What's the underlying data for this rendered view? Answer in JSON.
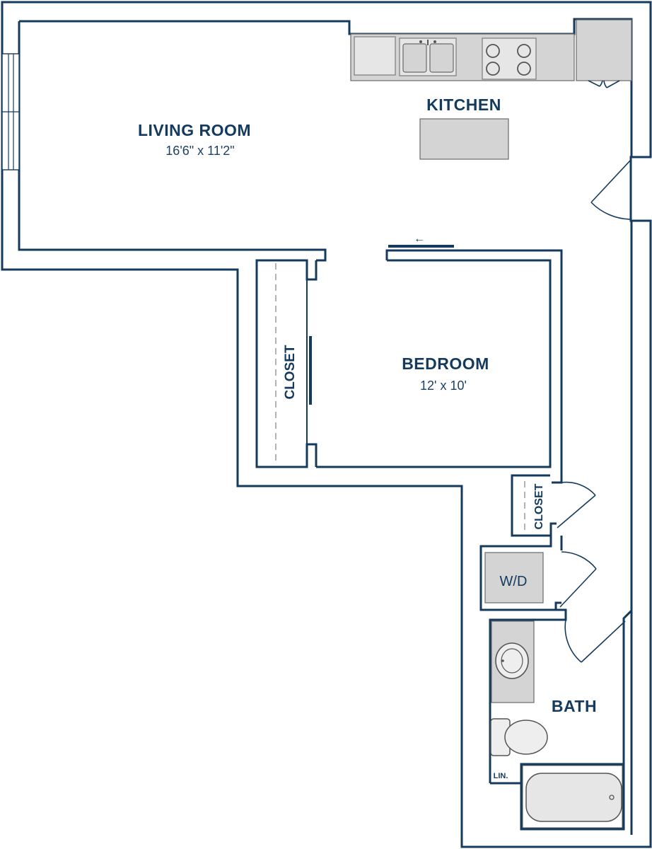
{
  "floorplan": {
    "rooms": [
      {
        "id": "living-room",
        "name": "LIVING ROOM",
        "dimensions": "16'6\" x 11'2\""
      },
      {
        "id": "kitchen",
        "name": "KITCHEN"
      },
      {
        "id": "bedroom",
        "name": "BEDROOM",
        "dimensions": "12' x 10'"
      },
      {
        "id": "bedroom-closet",
        "name": "CLOSET"
      },
      {
        "id": "hall-closet",
        "name": "CLOSET"
      },
      {
        "id": "laundry",
        "name": "W/D"
      },
      {
        "id": "bath",
        "name": "BATH"
      },
      {
        "id": "linen",
        "name": "LIN."
      }
    ],
    "door_arrow": "←",
    "colors": {
      "wall": "#143a5e",
      "label": "#143a5e",
      "fixture_fill": "#d4d4d4",
      "fixture_stroke": "#6a6a6a"
    }
  }
}
